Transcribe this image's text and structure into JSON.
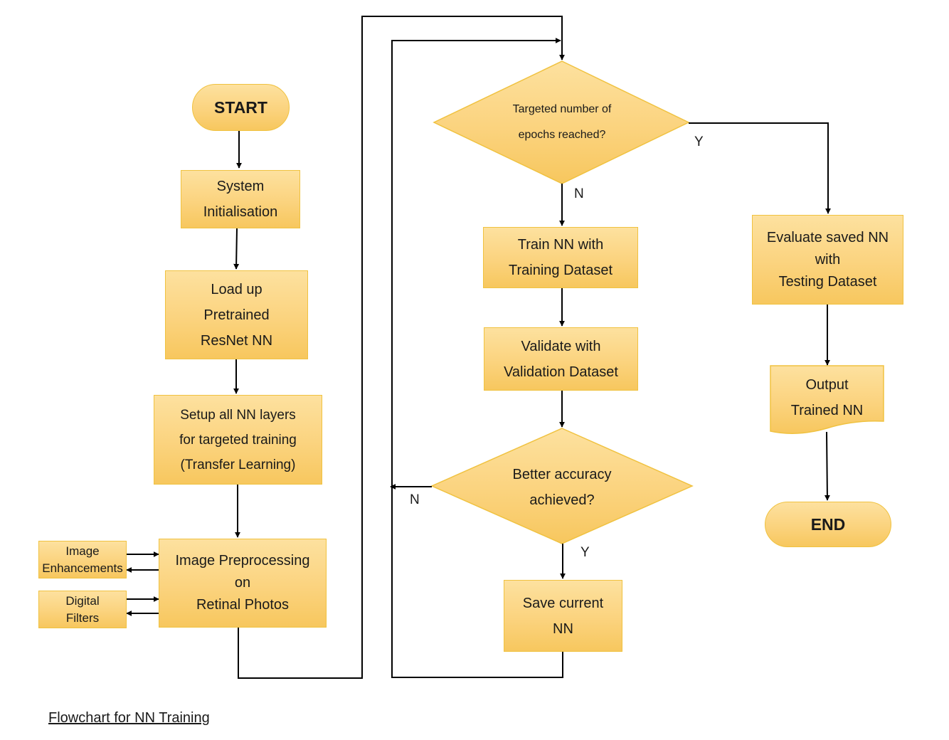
{
  "nodes": {
    "start": "START",
    "system_init": [
      "System",
      "Initialisation"
    ],
    "load_resnet": [
      "Load up",
      "Pretrained",
      "ResNet NN"
    ],
    "setup_layers": [
      "Setup all NN layers",
      "for targeted training",
      "(Transfer Learning)"
    ],
    "image_preprocessing": [
      "Image Preprocessing",
      "on",
      "Retinal Photos"
    ],
    "image_enhancements": [
      "Image",
      "Enhancements"
    ],
    "digital_filters": [
      "Digital",
      "Filters"
    ],
    "epochs_decision": [
      "Targeted number of",
      "epochs reached?"
    ],
    "train_nn": [
      "Train NN with",
      "Training Dataset"
    ],
    "validate": [
      "Validate with",
      "Validation Dataset"
    ],
    "accuracy_decision": [
      "Better accuracy",
      "achieved?"
    ],
    "save_nn": [
      "Save current",
      "NN"
    ],
    "evaluate": [
      "Evaluate saved NN",
      "with",
      "Testing Dataset"
    ],
    "output": [
      "Output",
      "Trained NN"
    ],
    "end": "END"
  },
  "labels": {
    "epochs_yes": "Y",
    "epochs_no": "N",
    "accuracy_no": "N",
    "accuracy_yes": "Y"
  },
  "caption": "Flowchart for NN Training",
  "colors": {
    "fill_light": "#fde19f",
    "fill_dark": "#f7c75e",
    "border": "#f0c240",
    "line": "#000000"
  }
}
